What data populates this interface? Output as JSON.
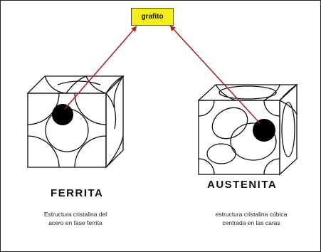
{
  "graphite_label": "grafito",
  "ferrite": {
    "title": "FERRITA",
    "description_line1": "Estructura cristalina del",
    "description_line2": "acero en fase ferrita"
  },
  "austenite": {
    "title": "AUSTENITA",
    "description_line1": "estructura cristalina cúbica",
    "description_line2": "centrada en las caras"
  },
  "colors": {
    "label_bg": "#f5ee1a",
    "arrow": "#a52a2a",
    "line": "#111111"
  }
}
